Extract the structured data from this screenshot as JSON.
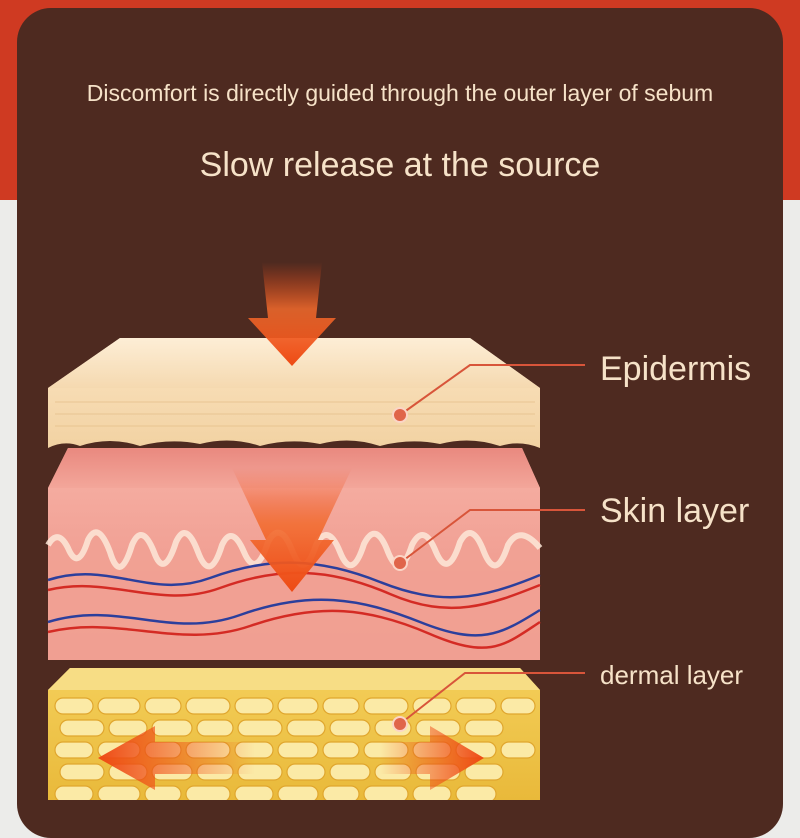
{
  "header": {
    "subtitle": "Discomfort is directly guided through the outer layer of sebum",
    "title": "Slow release at the source"
  },
  "layers": [
    {
      "label": "Epidermis"
    },
    {
      "label": "Skin layer"
    },
    {
      "label": "dermal layer"
    }
  ],
  "colors": {
    "accent_red": "#cf3a22",
    "panel_brown": "#4e2a20",
    "text_cream": "#f6e2c8",
    "arrow_orange": "#f04a18",
    "leader_line": "#d8553a"
  }
}
